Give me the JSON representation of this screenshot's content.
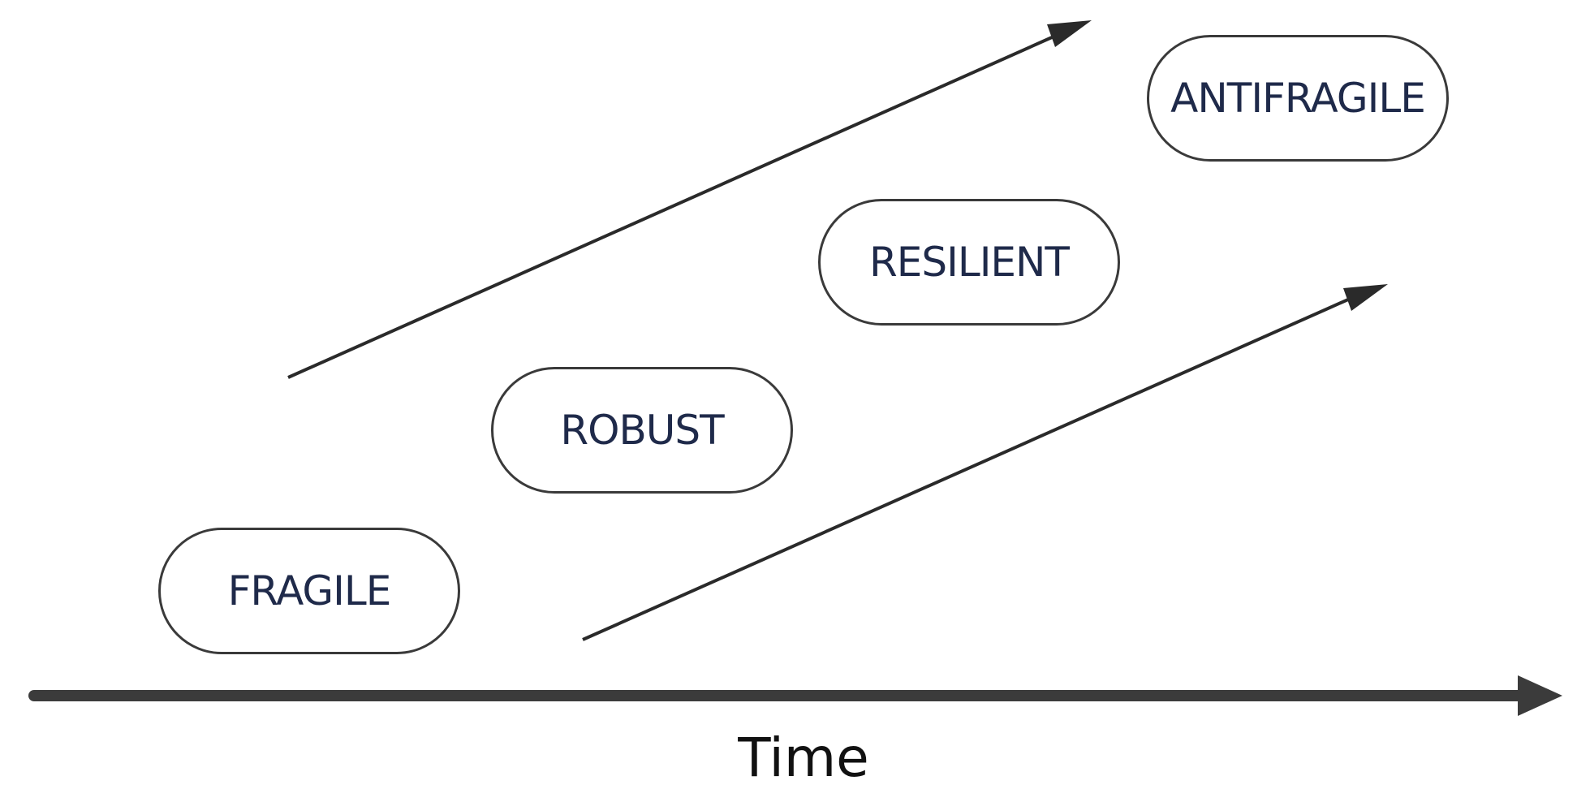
{
  "stages": [
    {
      "id": "fragile",
      "label": "FRAGILE"
    },
    {
      "id": "robust",
      "label": "ROBUST"
    },
    {
      "id": "resilient",
      "label": "RESILIENT"
    },
    {
      "id": "antifragile",
      "label": "ANTIFRAGILE"
    }
  ],
  "axis": {
    "label": "Time"
  },
  "colors": {
    "stroke": "#3a3a3a",
    "axis": "#3b3b3b",
    "label_text": "#1f2a4a",
    "background": "#ffffff"
  }
}
